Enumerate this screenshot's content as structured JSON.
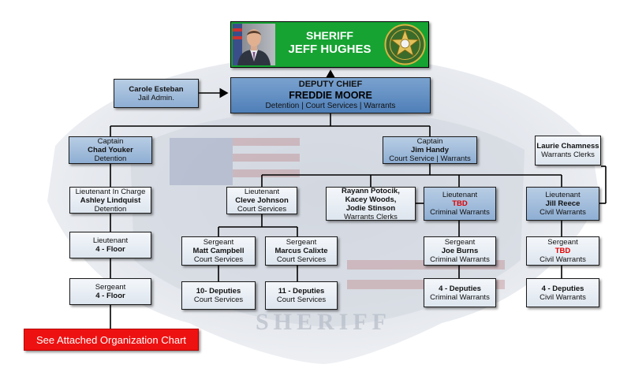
{
  "colors": {
    "sheriff_bg": "#16a332",
    "chief_bg": "#5b88c0",
    "box_blue": "#a6bfdd",
    "box_light": "#e8edf3",
    "tbd": "#e00000",
    "attachment_button": "#ee1111"
  },
  "background": {
    "watermark_text": "SHERIFF"
  },
  "sheriff": {
    "title": "SHERIFF",
    "name": "JEFF HUGHES",
    "photo": "sheriff-portrait",
    "badge": "star-badge-icon"
  },
  "deputy_chief": {
    "title": "DEPUTY CHIEF",
    "name": "FREDDIE MOORE",
    "divisions": "Detention | Court Services | Warrants"
  },
  "jail_admin": {
    "name": "Carole Esteban",
    "role": "Jail Admin."
  },
  "captain_detention": {
    "rank": "Captain",
    "name": "Chad Youker",
    "unit": "Detention"
  },
  "captain_court": {
    "rank": "Captain",
    "name": "Jim Handy",
    "unit": "Court Service | Warrants"
  },
  "warrants_clerks_top": {
    "name": "Laurie Chamness",
    "role": "Warrants Clerks"
  },
  "lt_in_charge": {
    "rank": "Lieutenant In Charge",
    "name": "Ashley Lindquist",
    "unit": "Detention"
  },
  "lt_floor": {
    "rank": "Lieutenant",
    "name": "4 - Floor"
  },
  "sgt_floor": {
    "rank": "Sergeant",
    "name": "4 - Floor"
  },
  "lt_cleve": {
    "rank": "Lieutenant",
    "name": "Cleve Johnson",
    "unit": "Court Services"
  },
  "warrants_clerks_group": {
    "line1": "Rayann Potocik,",
    "line2": "Kacey Woods,",
    "line3": "Jodie Stinson",
    "role": "Warrants Clerks"
  },
  "lt_criminal": {
    "rank": "Lieutenant",
    "name": "TBD",
    "unit": "Criminal Warrants"
  },
  "lt_civil": {
    "rank": "Lieutenant",
    "name": "Jill Reece",
    "unit": "Civil Warrants"
  },
  "sgt_matt": {
    "rank": "Sergeant",
    "name": "Matt Campbell",
    "unit": "Court Services"
  },
  "sgt_marcus": {
    "rank": "Sergeant",
    "name": "Marcus Calixte",
    "unit": "Court Services"
  },
  "sgt_joe": {
    "rank": "Sergeant",
    "name": "Joe Burns",
    "unit": "Criminal Warrants"
  },
  "sgt_civil": {
    "rank": "Sergeant",
    "name": "TBD",
    "unit": "Civil Warrants"
  },
  "dep_10": {
    "count": "10- Deputies",
    "unit": "Court Services"
  },
  "dep_11": {
    "count": "11 - Deputies",
    "unit": "Court Services"
  },
  "dep_criminal": {
    "count": "4 - Deputies",
    "unit": "Criminal Warrants"
  },
  "dep_civil": {
    "count": "4 - Deputies",
    "unit": "Civil Warrants"
  },
  "attachment": {
    "label": "See Attached Organization Chart"
  }
}
